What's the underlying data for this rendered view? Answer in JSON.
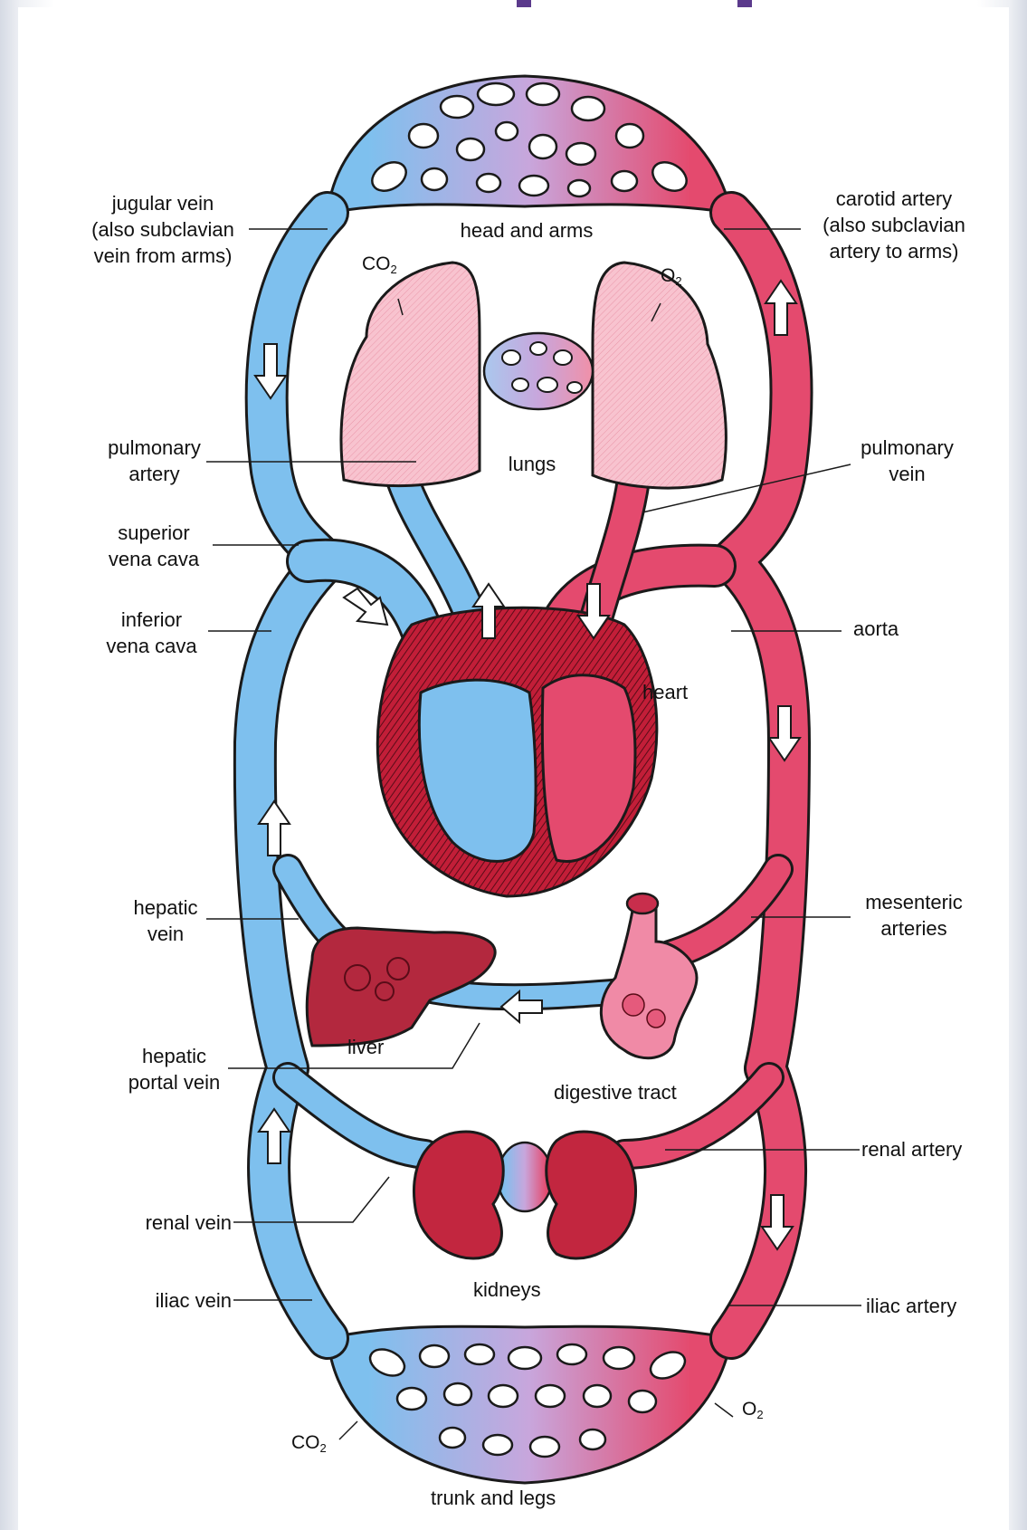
{
  "colors": {
    "vein": "#7ec0ee",
    "artery": "#e44a6e",
    "heart_muscle": "#b21e34",
    "lung": "#f4b0bf",
    "outline": "#1a1a1a"
  },
  "labels": {
    "head_and_arms": "head and arms",
    "lungs": "lungs",
    "heart": "heart",
    "liver": "liver",
    "digestive_tract": "digestive tract",
    "kidneys": "kidneys",
    "trunk_and_legs": "trunk and legs",
    "jugular_vein": "jugular vein\n(also subclavian\nvein from arms)",
    "carotid_artery": "carotid artery\n(also subclavian\nartery to arms)",
    "pulmonary_artery": "pulmonary\nartery",
    "pulmonary_vein": "pulmonary\nvein",
    "superior_vena_cava": "superior\nvena cava",
    "inferior_vena_cava": "inferior\nvena cava",
    "aorta": "aorta",
    "hepatic_vein": "hepatic\nvein",
    "mesenteric_arteries": "mesenteric\narteries",
    "hepatic_portal_vein": "hepatic\nportal vein",
    "renal_artery": "renal artery",
    "renal_vein": "renal vein",
    "iliac_vein": "iliac vein",
    "iliac_artery": "iliac artery"
  },
  "gases": {
    "co2_top": {
      "base": "CO",
      "sub": "2"
    },
    "o2_top": {
      "base": "O",
      "sub": "2"
    },
    "co2_bottom": {
      "base": "CO",
      "sub": "2"
    },
    "o2_bottom": {
      "base": "O",
      "sub": "2"
    }
  }
}
